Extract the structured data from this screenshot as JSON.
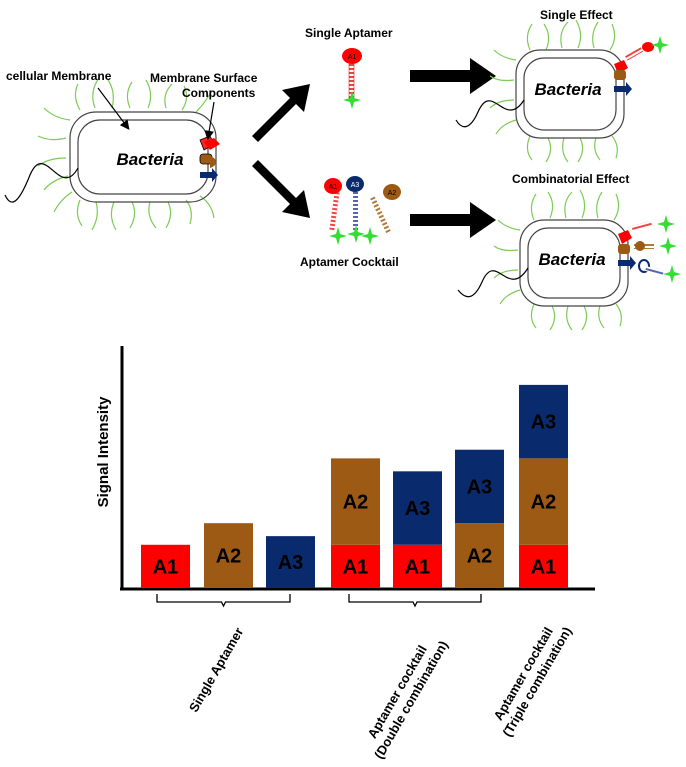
{
  "diagram": {
    "label_cellular_membrane": "cellular Membrane",
    "label_membrane_surface_line1": "Membrane Surface",
    "label_membrane_surface_line2": "Components",
    "label_bacteria": "Bacteria",
    "label_single_aptamer": "Single Aptamer",
    "label_aptamer_cocktail": "Aptamer Cocktail",
    "label_single_effect": "Single Effect",
    "label_combinatorial_effect": "Combinatorial Effect",
    "aptamer_tags": [
      "A1",
      "A2",
      "A3"
    ]
  },
  "colors": {
    "A1": "#ff0000",
    "A2": "#9c5a14",
    "A3": "#0a2a6e",
    "fimbriae": "#7ccc55",
    "fluorophore": "#33dd33"
  },
  "chart_data": {
    "type": "bar",
    "ylabel": "Signal Intensity",
    "bars": [
      {
        "segments": [
          {
            "label": "A1",
            "value": 1.0
          }
        ]
      },
      {
        "segments": [
          {
            "label": "A2",
            "value": 1.5
          }
        ]
      },
      {
        "segments": [
          {
            "label": "A3",
            "value": 1.2
          }
        ]
      },
      {
        "segments": [
          {
            "label": "A1",
            "value": 1.0
          },
          {
            "label": "A2",
            "value": 2.0
          }
        ]
      },
      {
        "segments": [
          {
            "label": "A1",
            "value": 1.0
          },
          {
            "label": "A3",
            "value": 1.7
          }
        ]
      },
      {
        "segments": [
          {
            "label": "A2",
            "value": 1.5
          },
          {
            "label": "A3",
            "value": 1.7
          }
        ]
      },
      {
        "segments": [
          {
            "label": "A1",
            "value": 1.0
          },
          {
            "label": "A2",
            "value": 2.0
          },
          {
            "label": "A3",
            "value": 1.7
          }
        ]
      }
    ],
    "groups": [
      {
        "lines": [
          "Single Aptamer"
        ]
      },
      {
        "lines": [
          "Aptamer cocktail",
          "(Double combination)"
        ]
      },
      {
        "lines": [
          "Aptamer cocktail",
          "(Triple combination)"
        ]
      }
    ],
    "ylim": [
      0,
      5.6
    ]
  }
}
